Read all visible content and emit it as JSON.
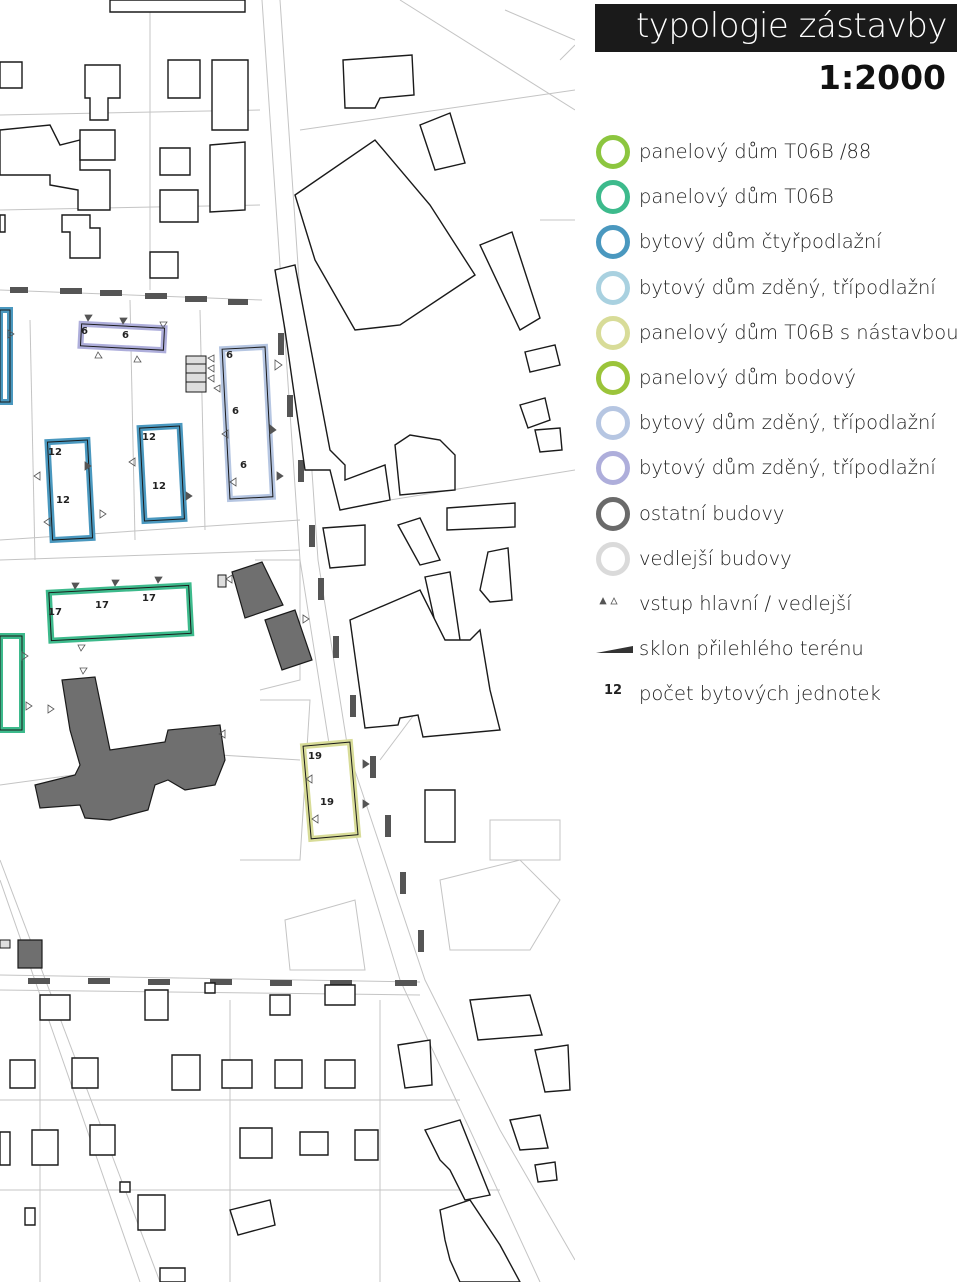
{
  "header": {
    "title": "typologie zástavby",
    "scale": "1:2000"
  },
  "colors": {
    "t06b88": "#8cc63f",
    "t06b": "#3dba8c",
    "ctyrpodlazni": "#4a98bf",
    "zdeny_tripodlazni_1": "#a9d1e0",
    "nastavba": "#d8dc98",
    "bodovy": "#9bc43a",
    "zdeny_tripodlazni_2": "#b6c6e2",
    "zdeny_tripodlazni_3": "#aeaedb",
    "ostatni": "#6a6a6a",
    "vedlejsi": "#dadada",
    "building_dark": "#6f6f6f",
    "building_outline": "#1a1a1a",
    "road_outline": "#bdbdbd"
  },
  "legend": {
    "items": [
      {
        "label": "panelový dům T06B /88",
        "color": "#8cc63f",
        "symbol": "ring"
      },
      {
        "label": "panelový dům T06B",
        "color": "#3dba8c",
        "symbol": "ring"
      },
      {
        "label": "bytový dům čtyřpodlažní",
        "color": "#4a98bf",
        "symbol": "ring"
      },
      {
        "label": "bytový dům zděný, třípodlažní",
        "color": "#a9d1e0",
        "symbol": "ring"
      },
      {
        "label": "panelový dům T06B s nástavbou",
        "color": "#d8dc98",
        "symbol": "ring"
      },
      {
        "label": "panelový dům bodový",
        "color": "#9bc43a",
        "symbol": "ring"
      },
      {
        "label": "bytový dům zděný, třípodlažní",
        "color": "#b6c6e2",
        "symbol": "ring"
      },
      {
        "label": "bytový dům zděný, třípodlažní",
        "color": "#aeaedb",
        "symbol": "ring"
      },
      {
        "label": "ostatní budovy",
        "color": "#6a6a6a",
        "symbol": "ring"
      },
      {
        "label": "vedlejší budovy",
        "color": "#dadada",
        "symbol": "ring"
      },
      {
        "label": "vstup hlavní / vedlejší",
        "color": "#555555",
        "symbol": "triangles"
      },
      {
        "label": "sklon přilehlého terénu",
        "color": "#333333",
        "symbol": "wedge"
      },
      {
        "label": "počet bytových jednotek",
        "color": "#222222",
        "symbol": "number",
        "number": "12"
      }
    ]
  },
  "map": {
    "unit_labels": [
      "6",
      "6",
      "6",
      "6",
      "6",
      "12",
      "12",
      "12",
      "12",
      "17",
      "17",
      "17",
      "19",
      "19"
    ]
  }
}
